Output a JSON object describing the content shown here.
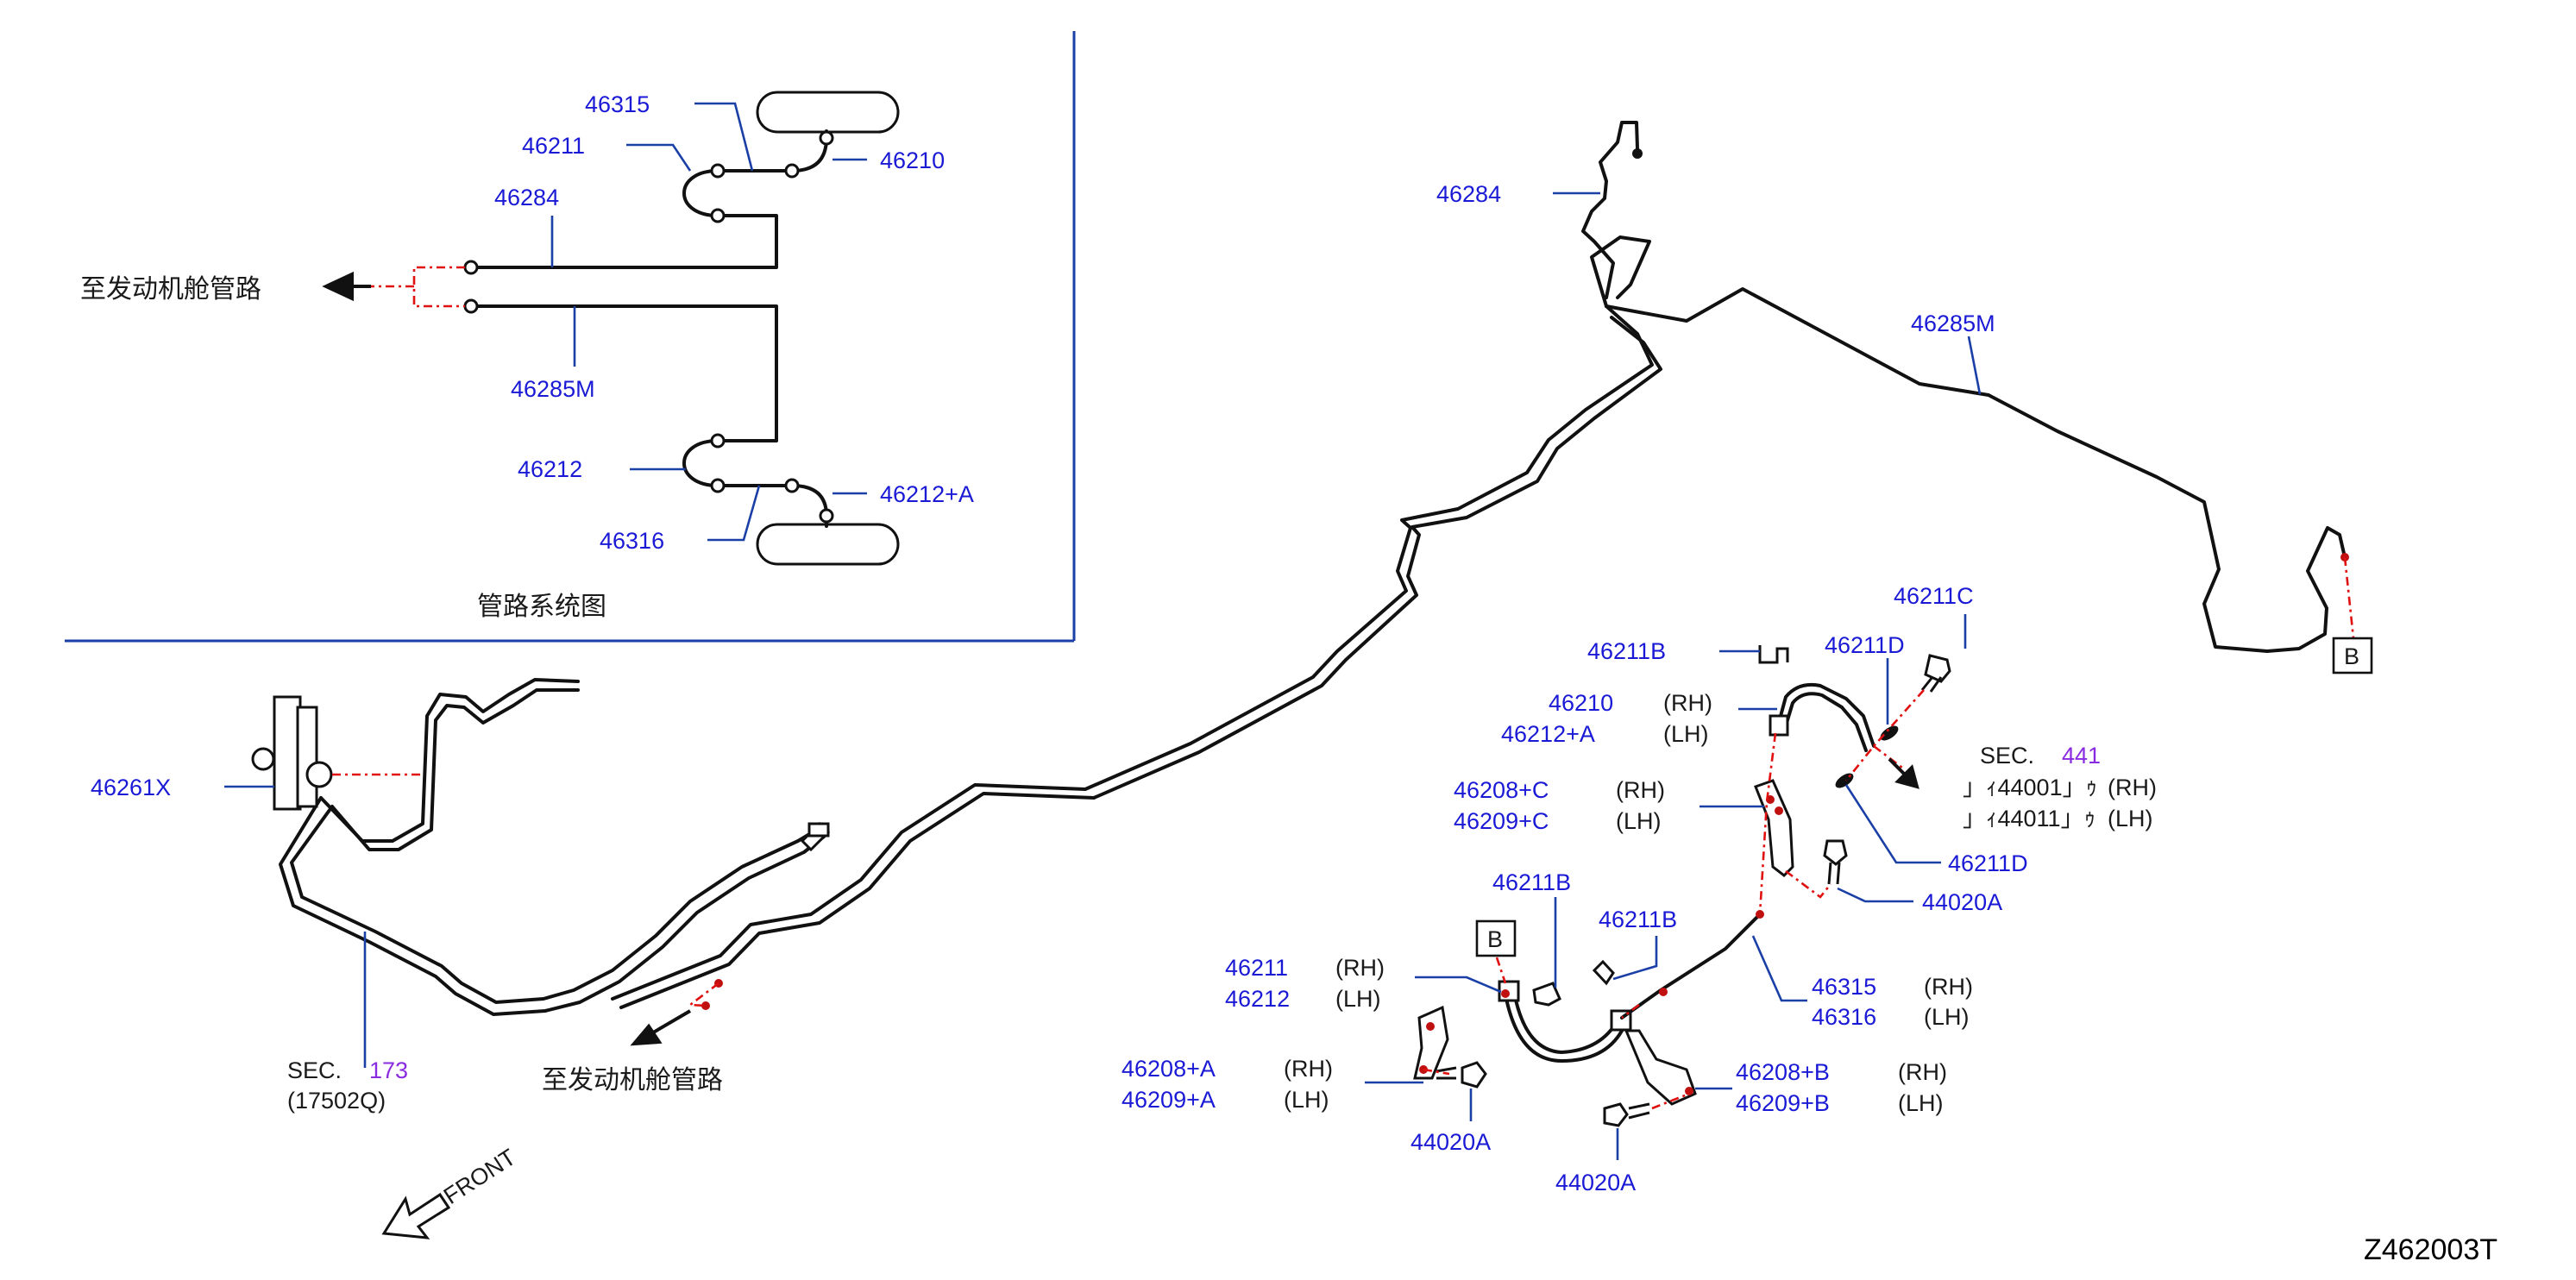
{
  "inset": {
    "labels": {
      "p46315": "46315",
      "p46211": "46211",
      "p46210": "46210",
      "p46284": "46284",
      "p46285M": "46285M",
      "p46212": "46212",
      "p46212A": "46212+A",
      "p46316": "46316"
    },
    "to_engine": "至发动机舱管路",
    "caption": "管路系统图"
  },
  "main": {
    "p46284": "46284",
    "p46285M": "46285M",
    "p46261X": "46261X",
    "sec173": {
      "sec": "SEC.",
      "num": "173",
      "sub": "(17502Q)"
    },
    "to_engine": "至发动机舱管路",
    "front": "FRONT",
    "box_b": "B",
    "p46211C": "46211C",
    "p46211B_top": "46211B",
    "p46211D_top": "46211D",
    "p46210": "46210",
    "p46212A": "46212+A",
    "rh": "(RH)",
    "lh": "(LH)",
    "sec441": {
      "sec": "SEC.",
      "num": "441",
      "rh_code": "」ｨ44001」ｩ",
      "lh_code": "」ｨ44011」ｩ"
    },
    "p46208C": "46208+C",
    "p46209C": "46209+C",
    "p46211D_low": "46211D",
    "p44020A_r": "44020A",
    "p46211B_a": "46211B",
    "p46211B_b": "46211B",
    "p46211": "46211",
    "p46212": "46212",
    "p46315": "46315",
    "p46316": "46316",
    "p46208A": "46208+A",
    "p46209A": "46209+A",
    "p44020A_l": "44020A",
    "p46208B": "46208+B",
    "p46209B": "46209+B",
    "p44020A_b": "44020A"
  },
  "drawing_code": "Z462003T"
}
